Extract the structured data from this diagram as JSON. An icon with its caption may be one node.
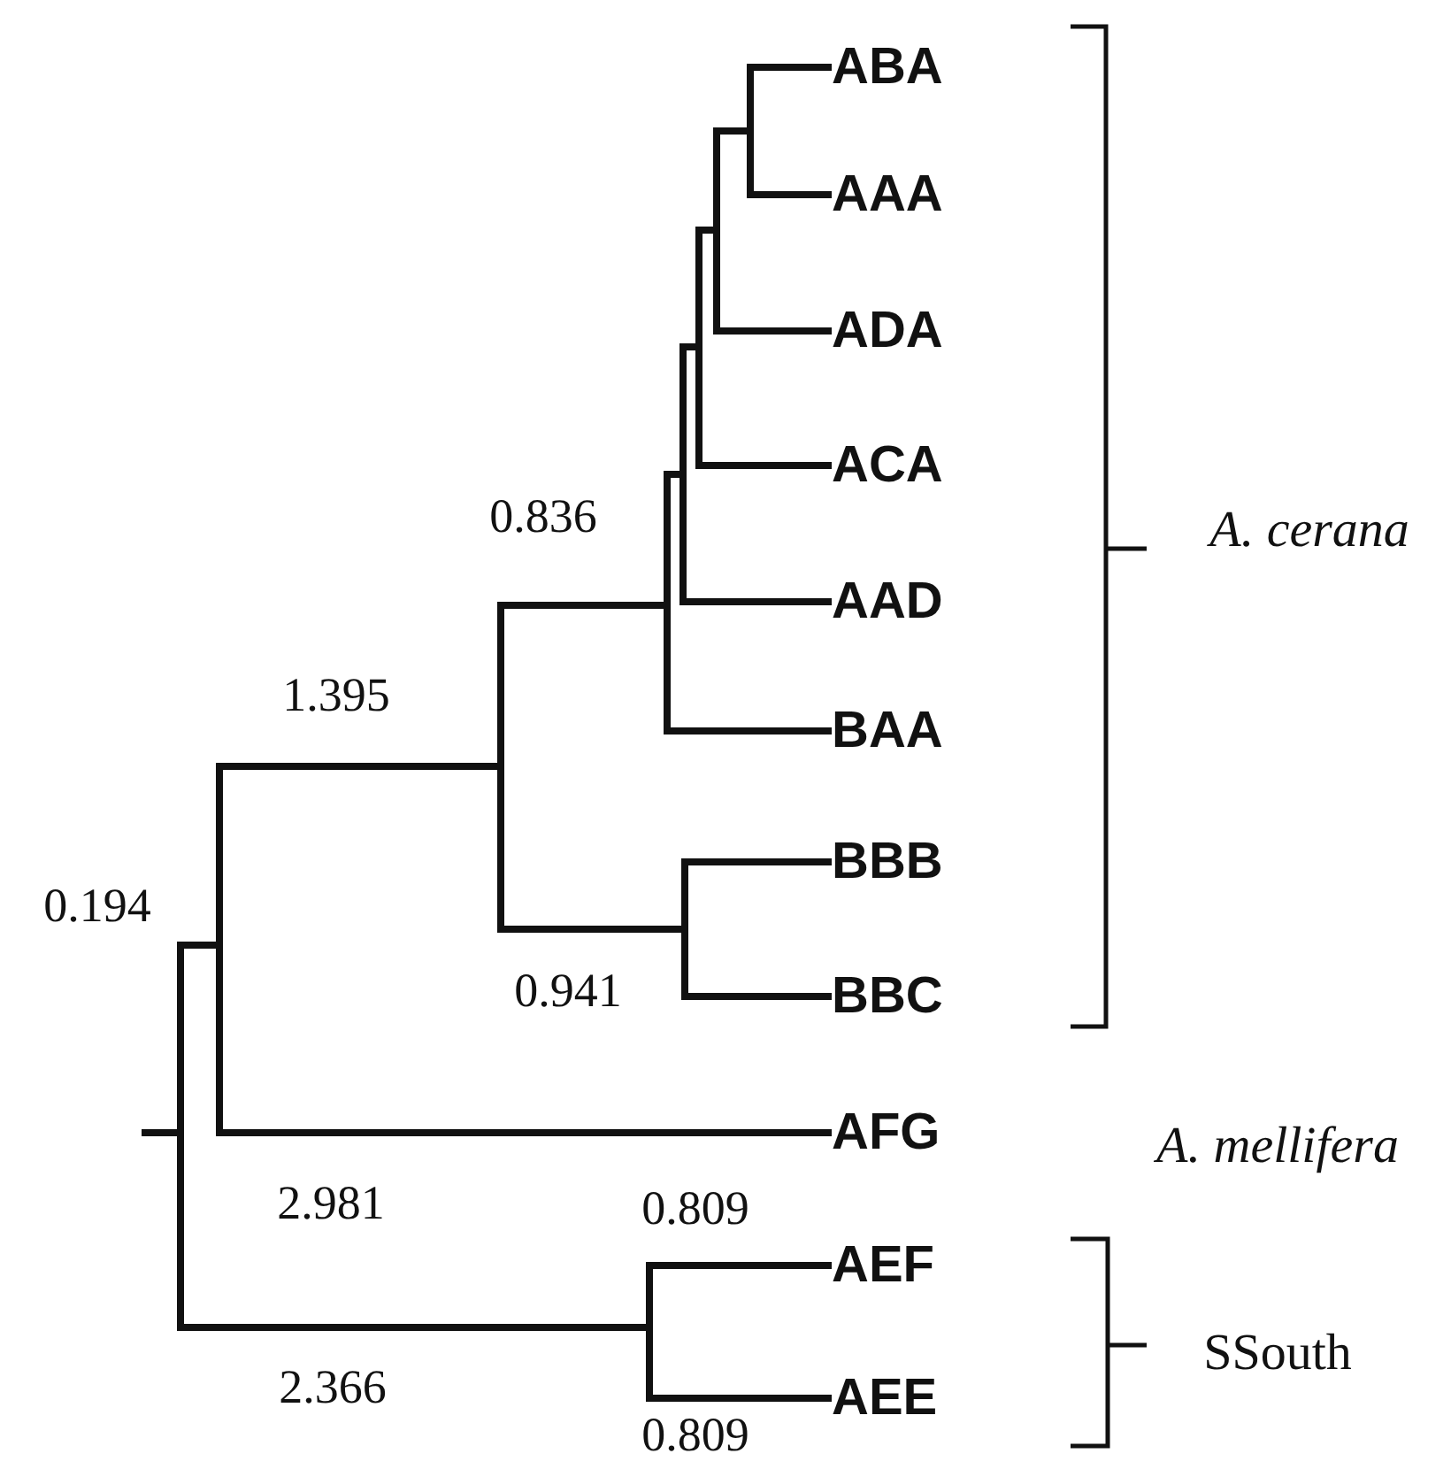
{
  "diagram": {
    "nodes": [
      {
        "text": [
          "ABA"
        ]
      },
      {
        "text": [
          "AAA"
        ]
      },
      {
        "text": [
          "ADA"
        ]
      },
      {
        "text": [
          "ACA"
        ]
      },
      {
        "text": [
          "AAD"
        ]
      },
      {
        "text": [
          "BAA"
        ]
      },
      {
        "text": [
          "BBB"
        ]
      },
      {
        "text": [
          "BBC"
        ]
      },
      {
        "text": [
          "AFG"
        ]
      },
      {
        "text": [
          "AEF"
        ]
      },
      {
        "text": [
          "AEE"
        ]
      },
      {
        "text": [],
        "shape": "bar"
      },
      {
        "text": [],
        "shape": "bar"
      },
      {
        "text": [],
        "shape": "bar"
      },
      {
        "text": [],
        "shape": "bar"
      },
      {
        "text": [],
        "shape": "bar"
      },
      {
        "text": [],
        "shape": "bar"
      },
      {
        "text": [],
        "shape": "bar"
      },
      {
        "text": [],
        "shape": "bar"
      },
      {
        "text": [],
        "shape": "bar"
      },
      {
        "text": [],
        "shape": "bar"
      }
    ],
    "edges": [
      {
        "from": null,
        "to": 11,
        "arrow": "none"
      },
      {
        "from": 11,
        "to": 12,
        "arrow": "none"
      },
      {
        "from": 11,
        "to": 14,
        "arrow": "none"
      },
      {
        "from": 12,
        "to": 13,
        "arrow": "none"
      },
      {
        "from": 12,
        "to": 8,
        "arrow": "none"
      },
      {
        "from": 13,
        "to": 15,
        "arrow": "none"
      },
      {
        "from": 13,
        "to": 17,
        "arrow": "none"
      },
      {
        "from": 15,
        "to": 16,
        "arrow": "none"
      },
      {
        "from": 15,
        "to": 5,
        "arrow": "none"
      },
      {
        "from": 16,
        "to": 18,
        "arrow": "none"
      },
      {
        "from": 16,
        "to": 4,
        "arrow": "none"
      },
      {
        "from": 18,
        "to": 19,
        "arrow": "none"
      },
      {
        "from": 18,
        "to": 3,
        "arrow": "none"
      },
      {
        "from": 19,
        "to": 20,
        "arrow": "none"
      },
      {
        "from": 19,
        "to": 2,
        "arrow": "none"
      },
      {
        "from": 20,
        "to": 0,
        "arrow": "none"
      },
      {
        "from": 20,
        "to": 1,
        "arrow": "none"
      },
      {
        "from": 17,
        "to": 6,
        "arrow": "none"
      },
      {
        "from": 17,
        "to": 7,
        "arrow": "none"
      },
      {
        "from": 14,
        "to": 9,
        "arrow": "none"
      },
      {
        "from": 14,
        "to": 10,
        "arrow": "none"
      }
    ],
    "labels": [
      "0.836",
      "A. cerana",
      "1.395",
      "0.194",
      "0.941",
      "A. mellifera",
      "2.981",
      "0.809",
      "SSouth",
      "2.366",
      "0.809"
    ]
  }
}
